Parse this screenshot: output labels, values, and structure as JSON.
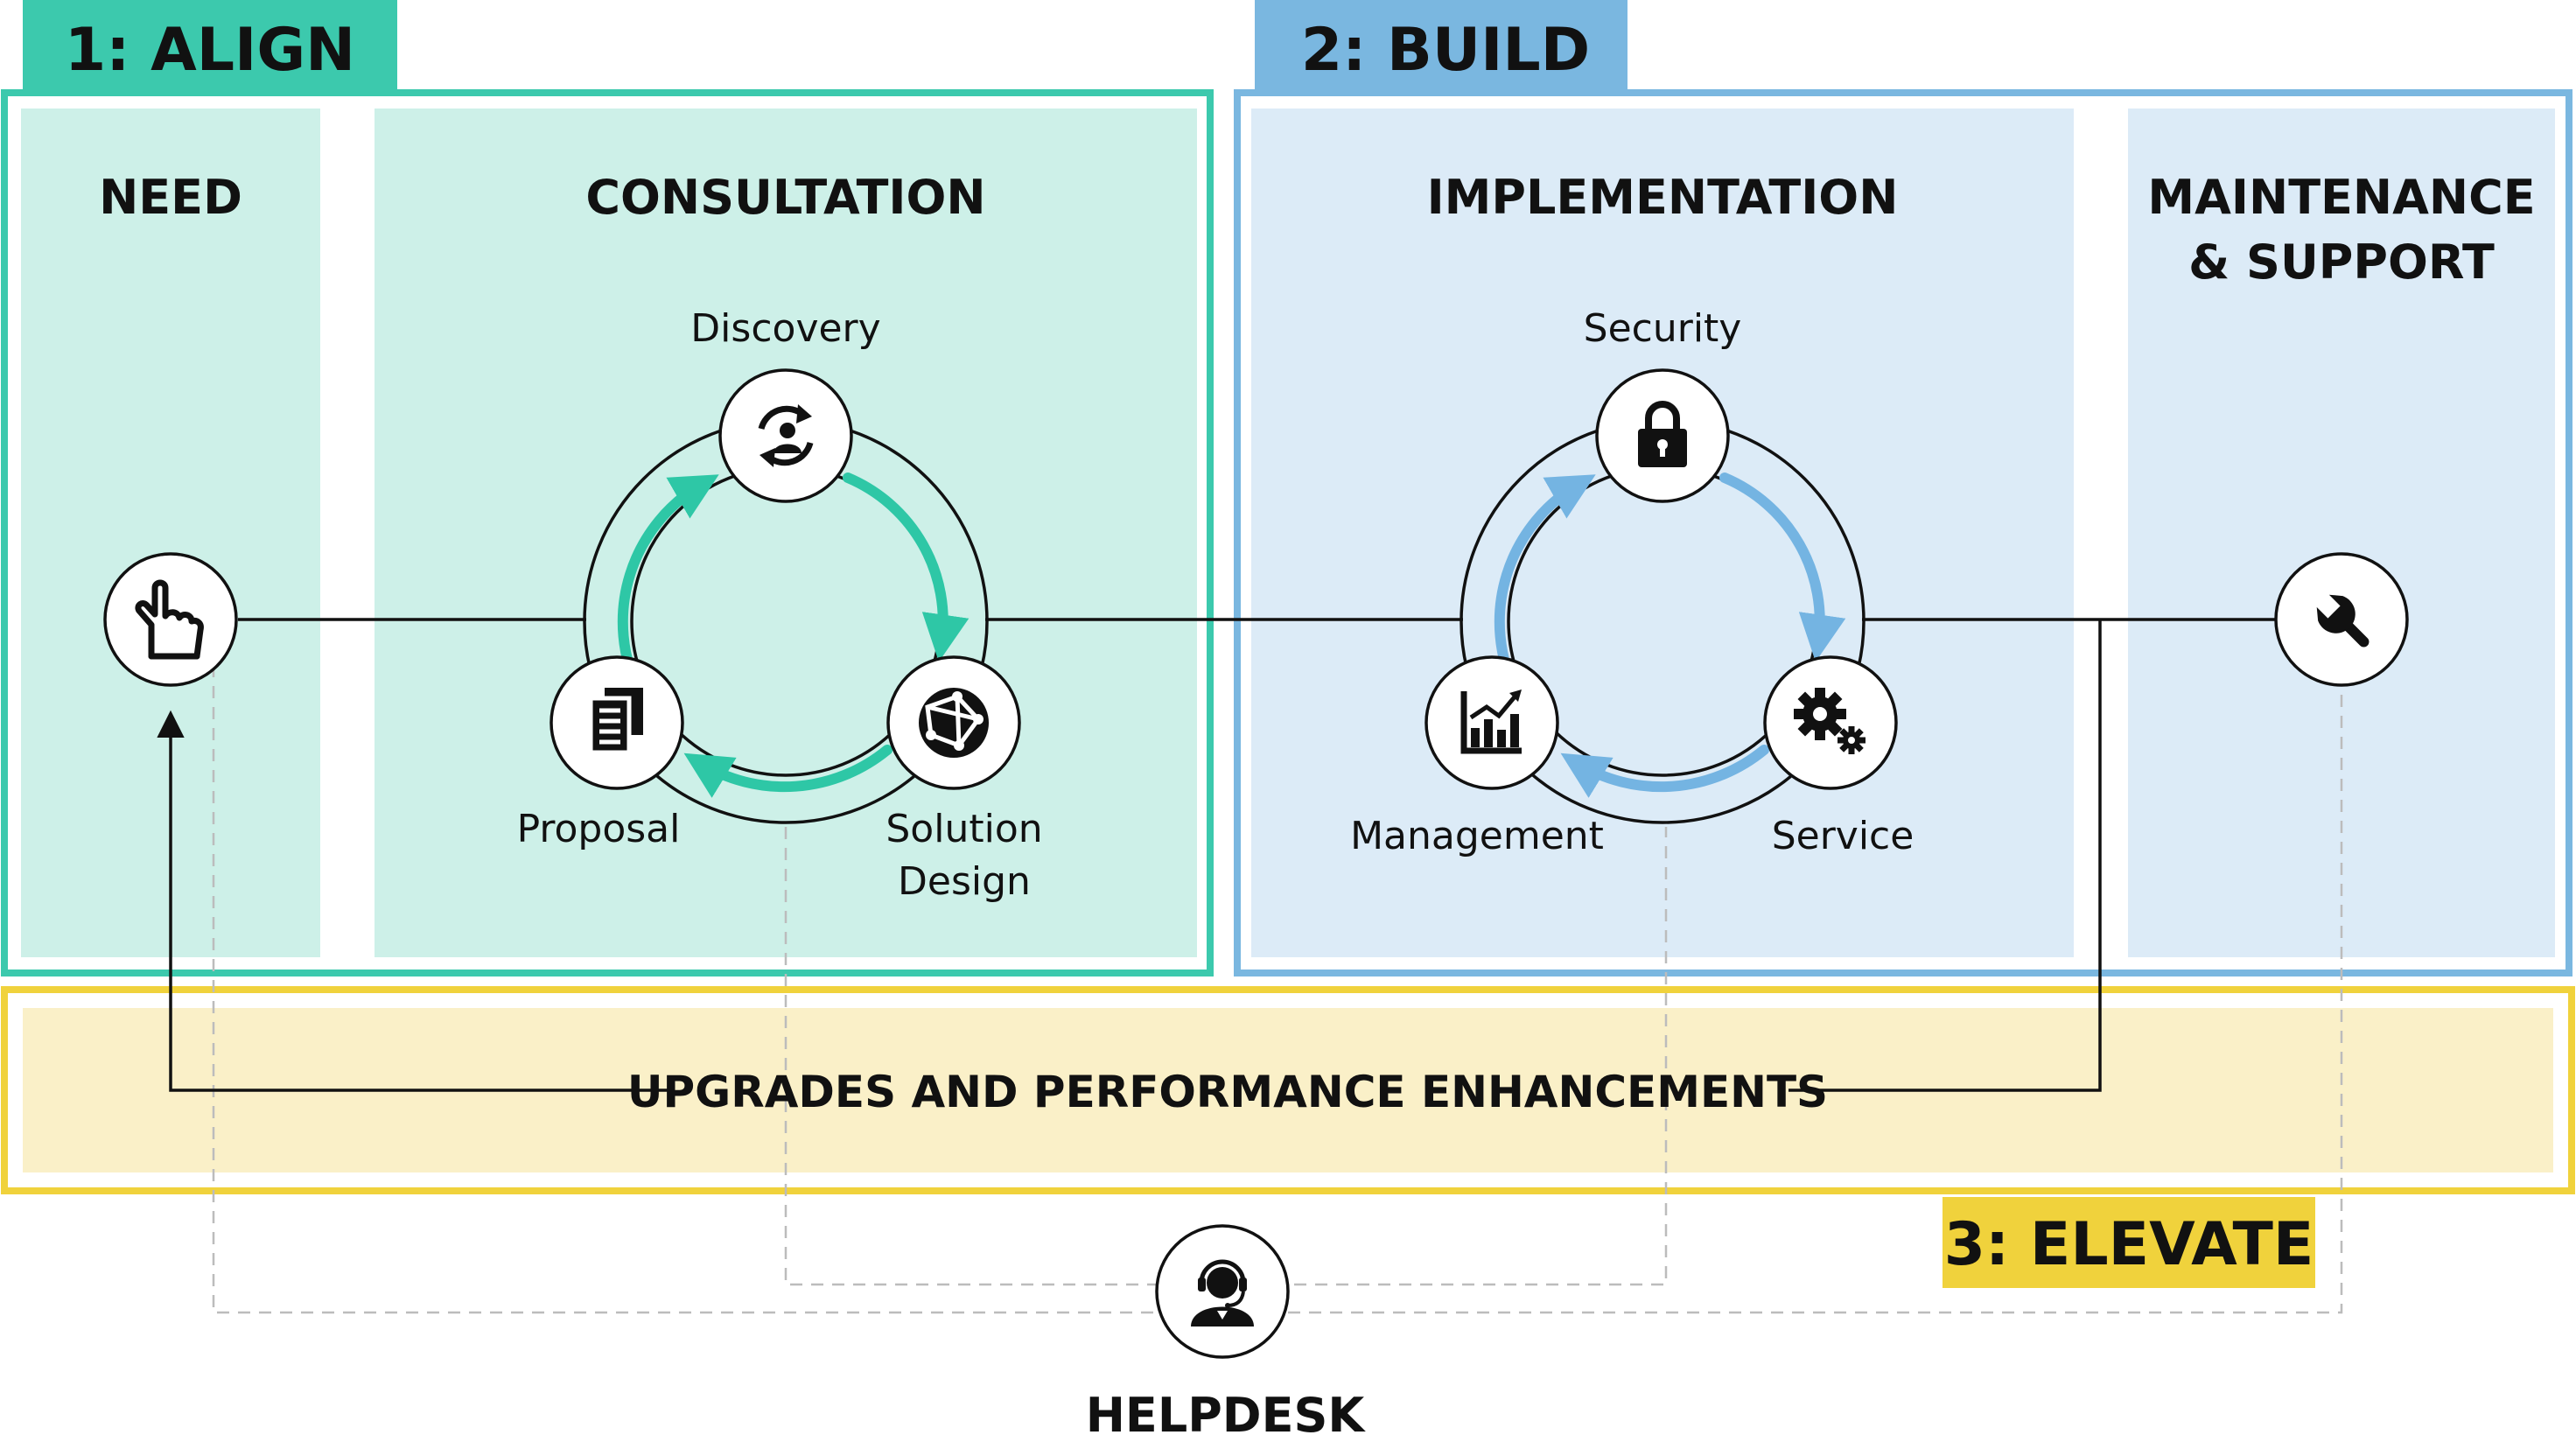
{
  "phases": {
    "align": {
      "label": "1: ALIGN",
      "color": "#3cc9ad",
      "fill": "#cdf0e8"
    },
    "build": {
      "label": "2: BUILD",
      "color": "#7ab7e0",
      "fill": "#dcebf7"
    },
    "elevate": {
      "label": "3: ELEVATE",
      "color": "#f0d23c",
      "fill": "#faf0c8"
    }
  },
  "columns": {
    "need": "NEED",
    "consultation": "CONSULTATION",
    "implementation": "IMPLEMENTATION",
    "maintenance_line1": "MAINTENANCE",
    "maintenance_line2": "& SUPPORT"
  },
  "consultation_cycle": {
    "discovery": "Discovery",
    "solution_design_line1": "Solution",
    "solution_design_line2": "Design",
    "proposal": "Proposal",
    "arrow_color": "#2ec7a6"
  },
  "implementation_cycle": {
    "security": "Security",
    "service": "Service",
    "management": "Management",
    "arrow_color": "#74b4e2"
  },
  "band": {
    "label": "UPGRADES AND PERFORMANCE ENHANCEMENTS"
  },
  "helpdesk": {
    "label": "HELPDESK"
  },
  "icons": {
    "need": "raised-hand-icon",
    "discovery": "discovery-cycle-icon",
    "solution_design": "globe-network-icon",
    "proposal": "documents-icon",
    "security": "padlock-icon",
    "service": "gears-icon",
    "management": "bar-chart-icon",
    "maintenance": "wrench-icon",
    "helpdesk": "headset-agent-icon"
  }
}
